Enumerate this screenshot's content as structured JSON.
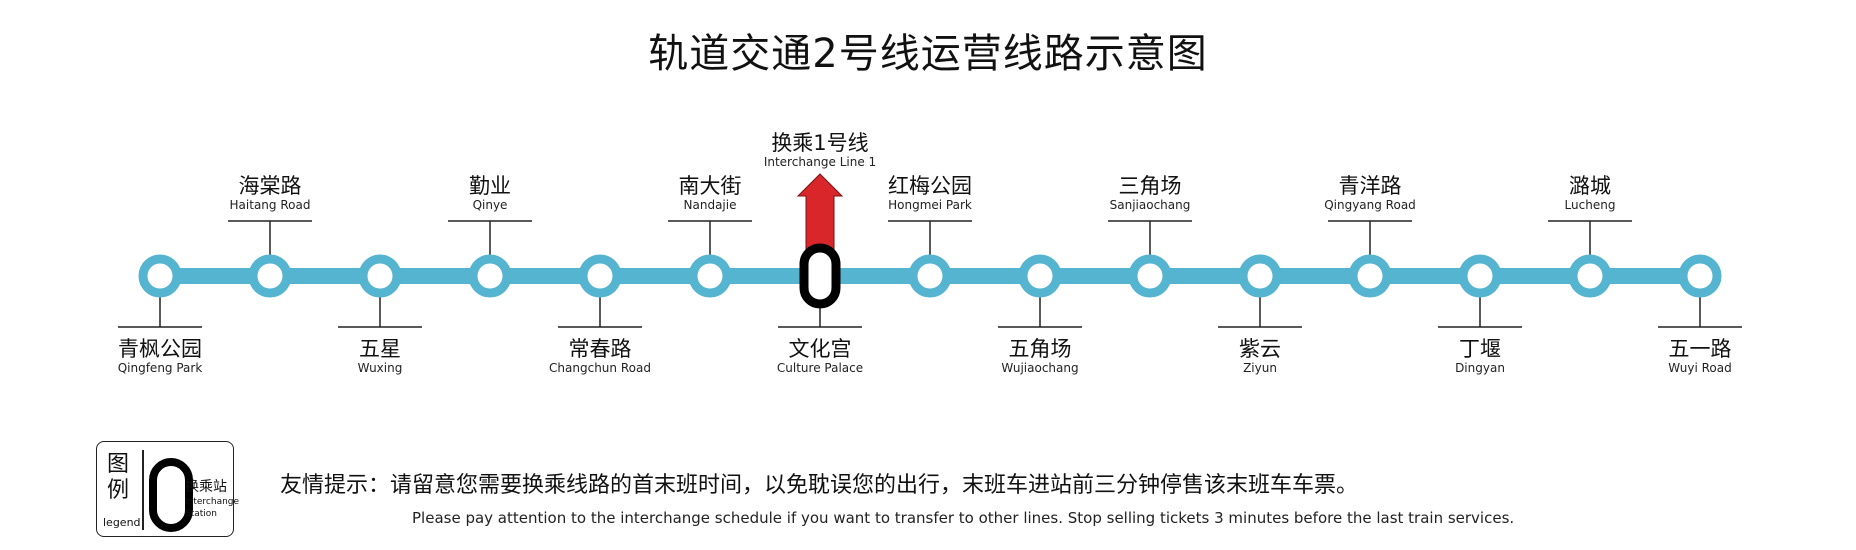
{
  "title": "轨道交通2号线运营线路示意图",
  "colors": {
    "line": "#55b4d0",
    "interchange_arrow": "#d9262b",
    "interchange_station": "#000000",
    "tick": "#222222"
  },
  "interchange": {
    "label": "换乘1号线",
    "label_en": "Interchange Line 1"
  },
  "stations": [
    {
      "name": "青枫公园",
      "en": "Qingfeng Park",
      "side": "below"
    },
    {
      "name": "海棠路",
      "en": "Haitang Road",
      "side": "above"
    },
    {
      "name": "五星",
      "en": "Wuxing",
      "side": "below"
    },
    {
      "name": "勤业",
      "en": "Qinye",
      "side": "above"
    },
    {
      "name": "常春路",
      "en": "Changchun Road",
      "side": "below"
    },
    {
      "name": "南大街",
      "en": "Nandajie",
      "side": "above"
    },
    {
      "name": "文化宫",
      "en": "Culture Palace",
      "side": "below",
      "interchange": true
    },
    {
      "name": "红梅公园",
      "en": "Hongmei Park",
      "side": "above"
    },
    {
      "name": "五角场",
      "en": "Wujiaochang",
      "side": "below"
    },
    {
      "name": "三角场",
      "en": "Sanjiaochang",
      "side": "above"
    },
    {
      "name": "紫云",
      "en": "Ziyun",
      "side": "below"
    },
    {
      "name": "青洋路",
      "en": "Qingyang Road",
      "side": "above"
    },
    {
      "name": "丁堰",
      "en": "Dingyan",
      "side": "below"
    },
    {
      "name": "潞城",
      "en": "Lucheng",
      "side": "above"
    },
    {
      "name": "五一路",
      "en": "Wuyi Road",
      "side": "below"
    }
  ],
  "legend": {
    "title": "图例",
    "title_en": "legend",
    "label": "换乘站",
    "label_en": "Interchange Station"
  },
  "notice": {
    "cn": "友情提示：请留意您需要换乘线路的首末班时间，以免耽误您的出行，末班车进站前三分钟停售该末班车车票。",
    "en": "Please pay attention to the interchange schedule if you want to transfer to other lines. Stop selling tickets 3 minutes before the last train services."
  }
}
